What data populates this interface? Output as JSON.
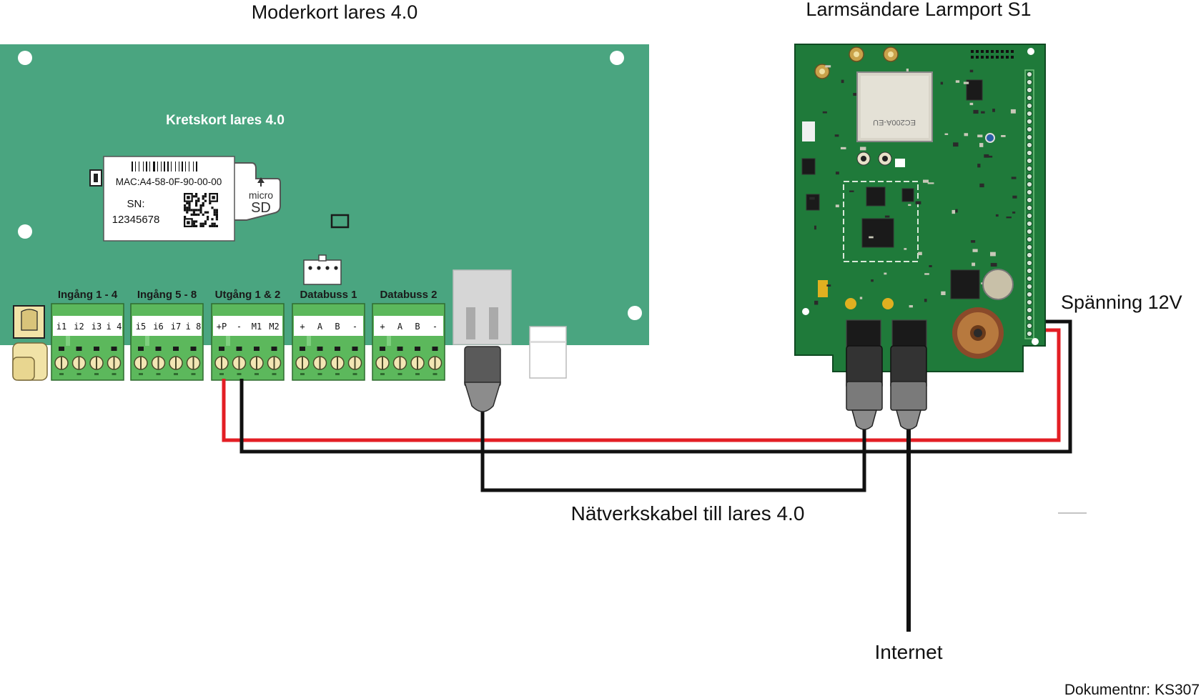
{
  "diagram": {
    "title_mainboard": "Moderkort lares 4.0",
    "title_transmitter": "Larmsändare Larmport S1",
    "board_label": "Kretskort lares 4.0",
    "label_card": {
      "mac": "MAC:A4-58-0F-90-00-00",
      "sn_label": "SN:",
      "sn_value": "12345678"
    },
    "sd_card": {
      "line1": "micro",
      "line2": "SD"
    },
    "modem_text": "EC200A-EU",
    "terminal_blocks": [
      {
        "title": "Ingång 1 - 4",
        "pins": [
          "i1",
          "i2",
          "i3",
          "i 4"
        ]
      },
      {
        "title": "Ingång 5 - 8",
        "pins": [
          "i5",
          "i6",
          "i7",
          "i 8"
        ]
      },
      {
        "title": "Utgång 1 & 2",
        "pins": [
          "+P",
          "-",
          "M1",
          "M2"
        ]
      },
      {
        "title": "Databuss 1",
        "pins": [
          "+",
          "A",
          "B",
          "-"
        ]
      },
      {
        "title": "Databuss 2",
        "pins": [
          "+",
          "A",
          "B",
          "-"
        ]
      }
    ],
    "power_label": "Spänning 12V",
    "network_label": "Nätverkskabel till lares 4.0",
    "internet_label": "Internet",
    "document_number": "Dokumentnr: KS307",
    "colors": {
      "board_green": "#4aa580",
      "terminal_green": "#5cb85c",
      "pcb_green": "#1f7a3a",
      "wire_red": "#e31e24",
      "wire_black": "#111111"
    }
  }
}
